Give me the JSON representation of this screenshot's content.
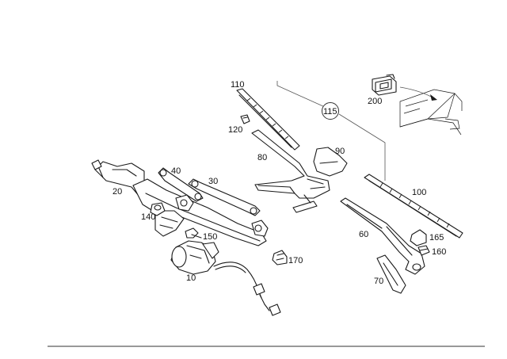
{
  "diagram": {
    "callouts": {
      "c110": "110",
      "c115": "115",
      "c200": "200",
      "c120": "120",
      "c90": "90",
      "c80": "80",
      "c40": "40",
      "c30": "30",
      "c20": "20",
      "c100": "100",
      "c140": "140",
      "c150": "150",
      "c60": "60",
      "c165": "165",
      "c160": "160",
      "c170": "170",
      "c10": "10",
      "c70": "70"
    },
    "colors": {
      "line": "#1a1a1a",
      "background": "#ffffff",
      "footer_rule": "#333333"
    }
  }
}
